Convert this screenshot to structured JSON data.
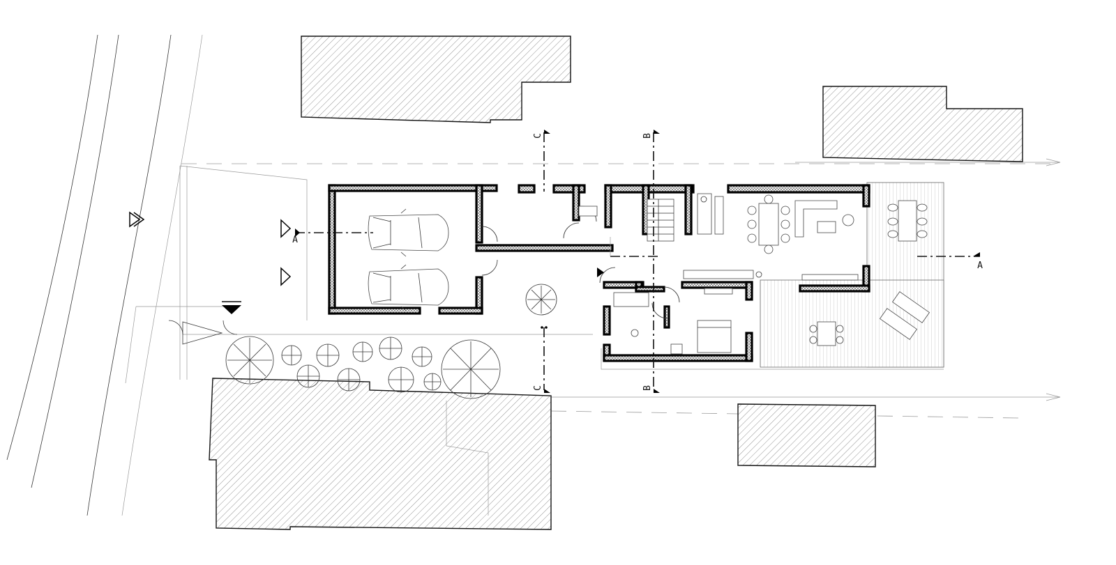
{
  "section_markers": {
    "a_left": "A",
    "a_right": "A",
    "b_top": "B",
    "b_bottom": "B",
    "c_top": "C",
    "c_bottom": "C"
  },
  "colors": {
    "ink": "#000000",
    "hatch": "#555555",
    "paper": "#ffffff"
  }
}
